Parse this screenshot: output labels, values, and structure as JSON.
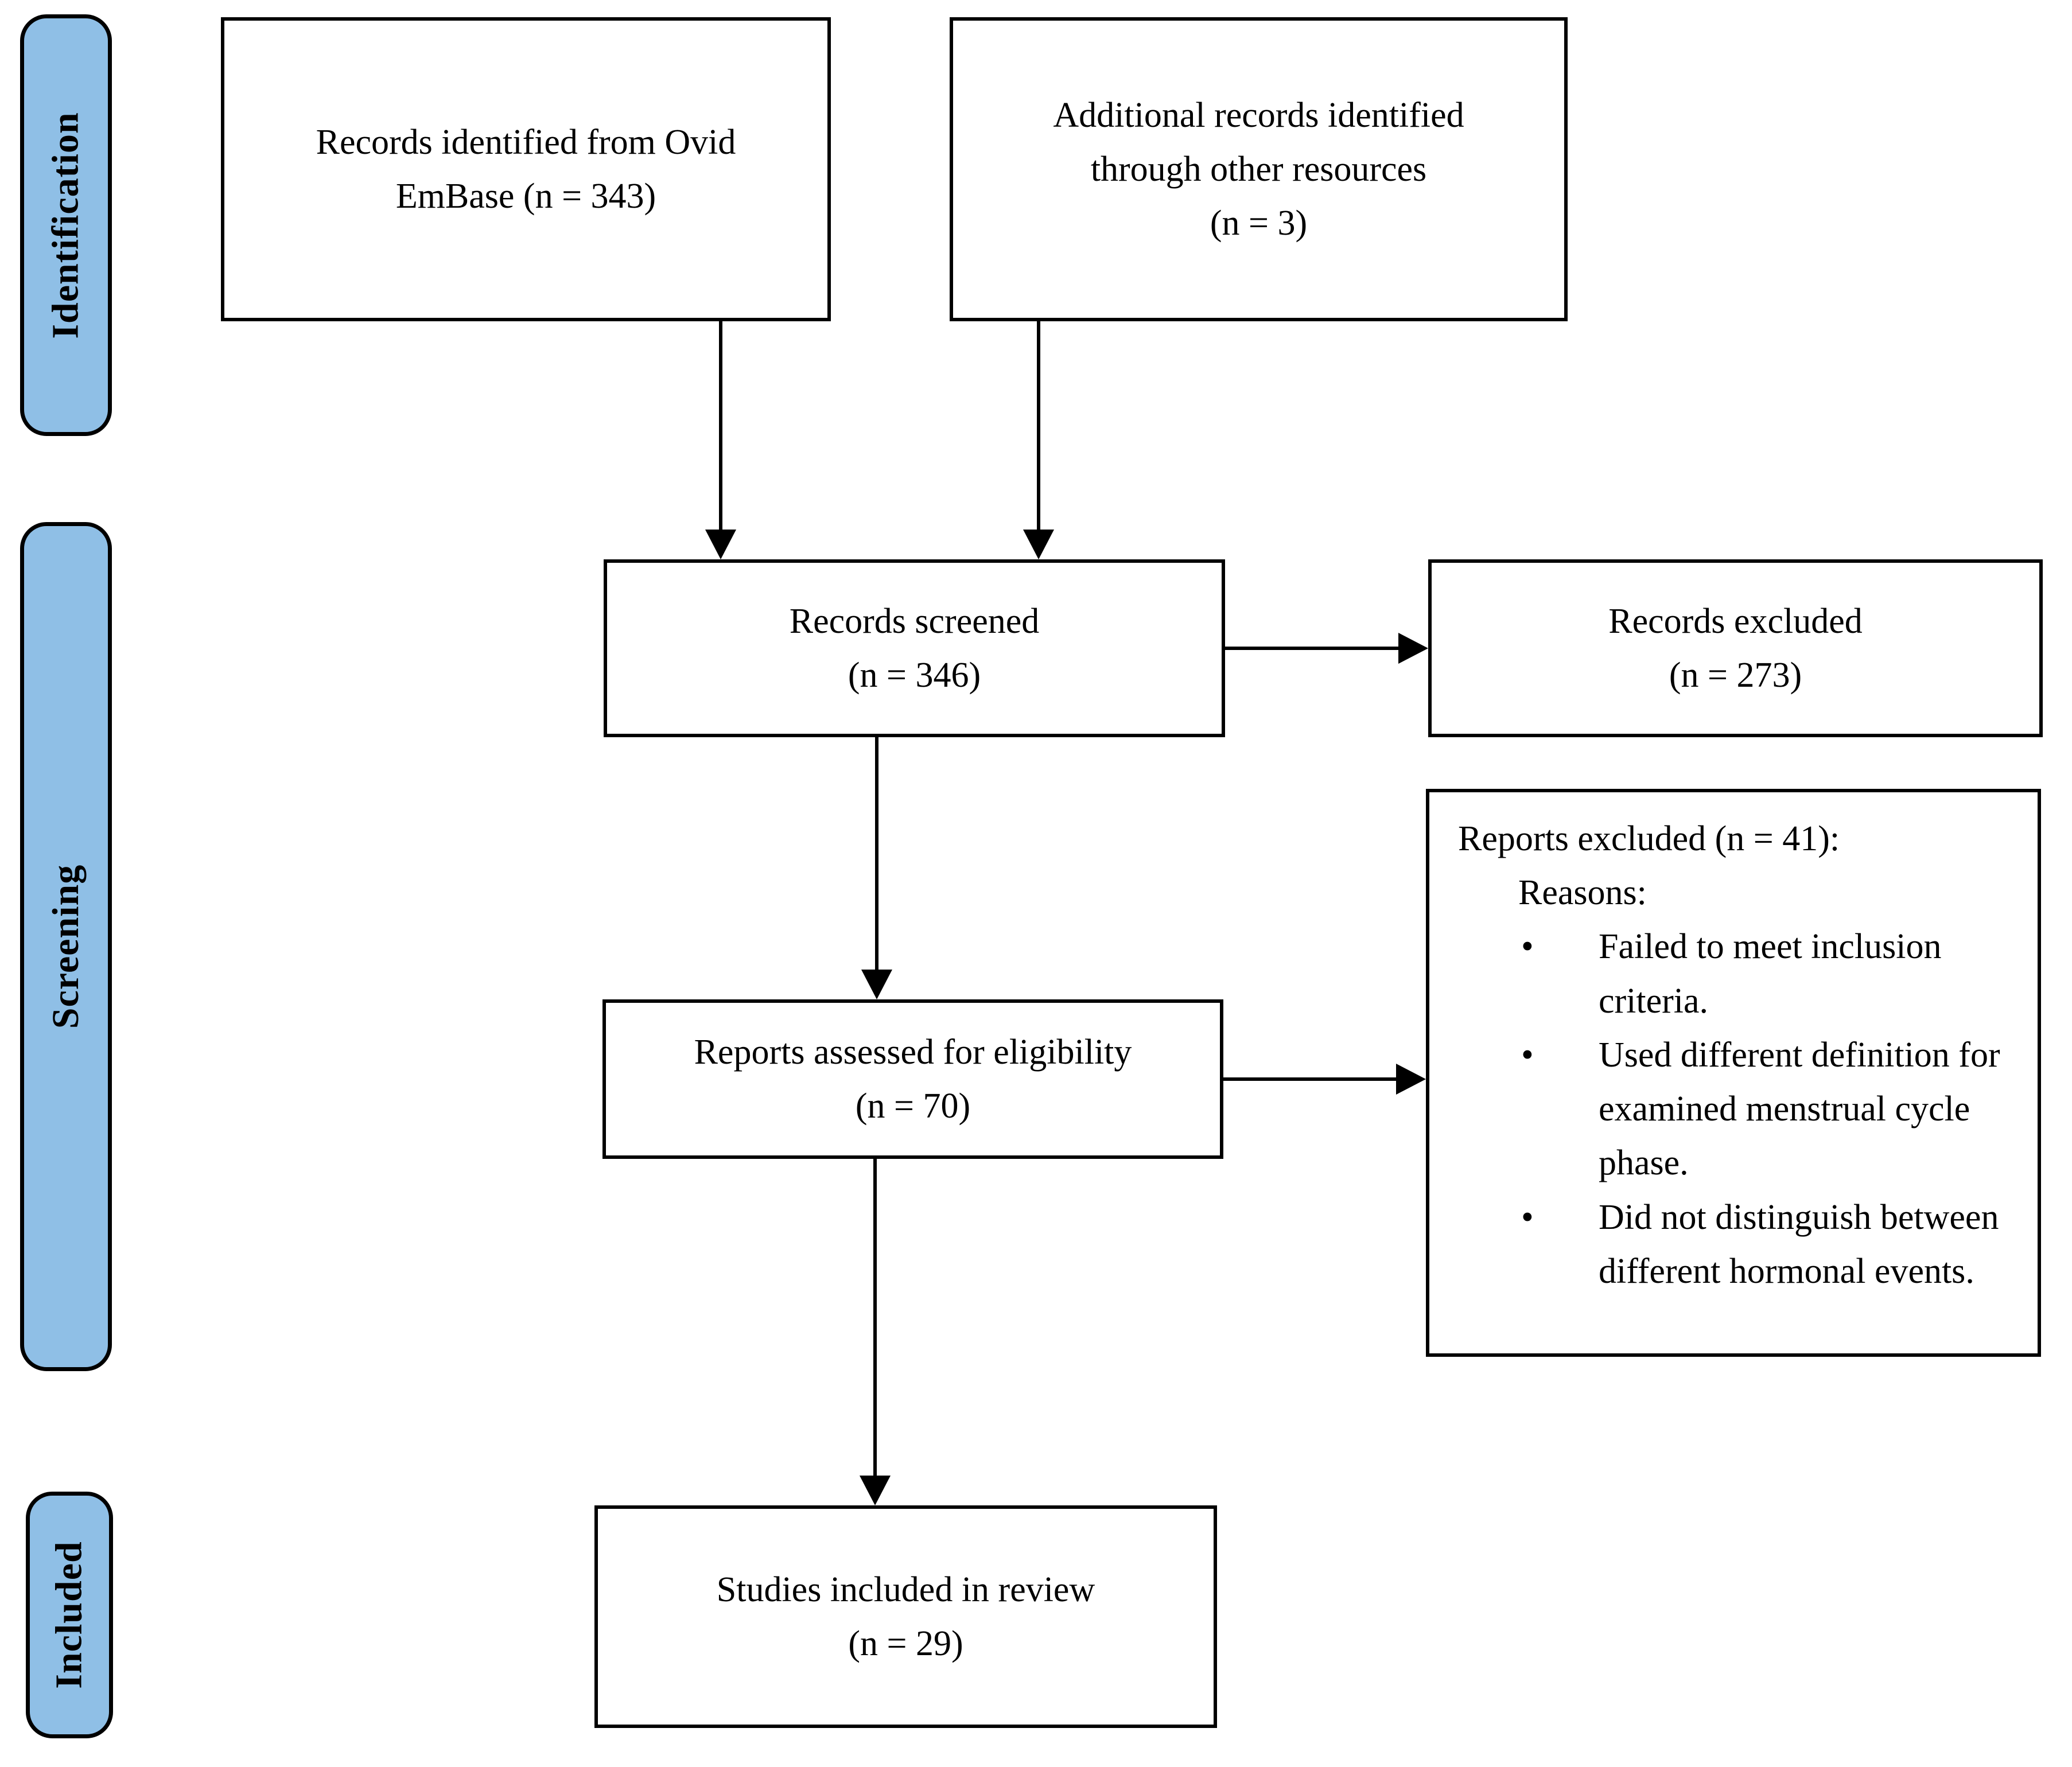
{
  "diagram": {
    "colors": {
      "stage_fill": "#8FBFE6",
      "line_color": "#000000"
    },
    "stages": [
      {
        "label": "Identification"
      },
      {
        "label": "Screening"
      },
      {
        "label": "Included"
      }
    ],
    "boxes": {
      "identified": {
        "text": "Records identified from Ovid\nEmBase (n = 343)"
      },
      "additional": {
        "text": "Additional records identified\nthrough other resources\n(n = 3)"
      },
      "screened": {
        "text": "Records screened\n(n = 346)"
      },
      "records_excluded": {
        "text": "Records excluded\n(n = 273)"
      },
      "assessed": {
        "text": "Reports assessed for eligibility\n(n = 70)"
      },
      "reports_excluded": {
        "heading": "Reports excluded (n = 41):",
        "subheading": "Reasons:",
        "bullet": "•",
        "reasons": [
          "Failed to meet inclusion criteria.",
          "Used different definition for examined menstrual cycle phase.",
          "Did not distinguish between different hormonal events."
        ]
      },
      "included": {
        "text": "Studies included in review\n(n = 29)"
      }
    }
  }
}
